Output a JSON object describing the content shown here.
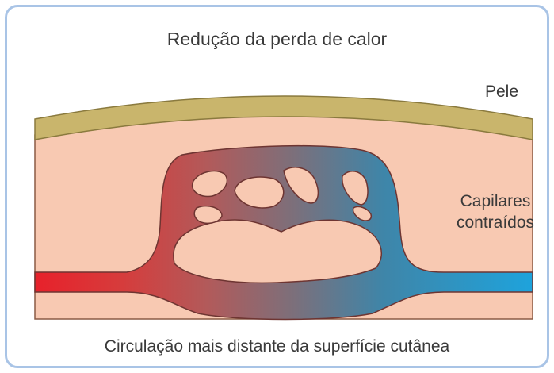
{
  "title": "Redução da perda de calor",
  "labels": {
    "skin": "Pele",
    "capillaries_line1": "Capilares",
    "capillaries_line2": "contraídos"
  },
  "caption": "Circulação mais distante da superfície cutânea",
  "colors": {
    "frame_border": "#a9c4e6",
    "tissue": "#f8c9b2",
    "skin_layer": "#c9b56c",
    "vessel_hot": "#e8202a",
    "vessel_cold": "#1ea3dc",
    "vessel_outline": "#7a3a36"
  }
}
